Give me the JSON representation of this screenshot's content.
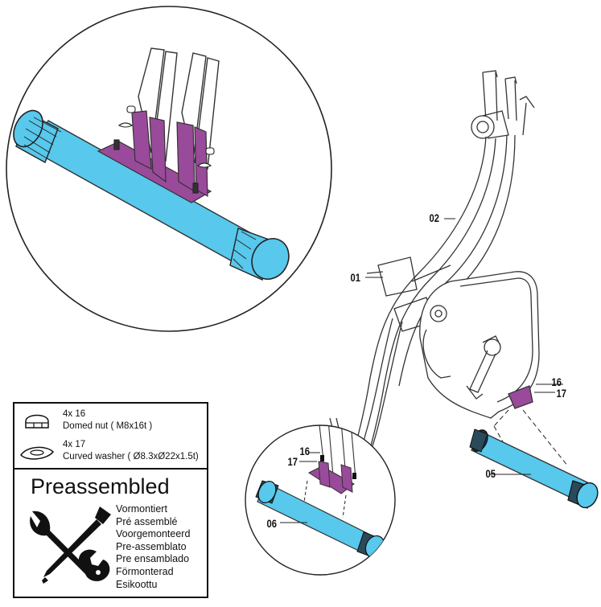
{
  "callouts": {
    "part_01": "01",
    "part_02": "02",
    "part_05": "05",
    "part_06": "06",
    "part_16_rear": "16",
    "part_17_rear": "17",
    "part_16_front": "16",
    "part_17_front": "17"
  },
  "legend": {
    "hardware": [
      {
        "qty": "4x 16",
        "name": "Domed nut ( M8x16t )",
        "icon": "domed-nut-icon"
      },
      {
        "qty": "4x 17",
        "name": "Curved washer ( Ø8.3xØ22x1.5t)",
        "icon": "curved-washer-icon"
      }
    ],
    "preassembled_title": "Preassembled",
    "preassembled_translations": [
      "Vormontiert",
      "Pré assemblé",
      "Voorgemonteerd",
      "Pre-assemblato",
      "Pre ensamblado",
      "Förmonterad",
      "Esikoottu"
    ],
    "tools_icon": "wrench-screwdriver-icon"
  },
  "colors": {
    "tube_blue": "#58c8ec",
    "bracket_purple": "#9a4a9a",
    "line": "#222222"
  }
}
